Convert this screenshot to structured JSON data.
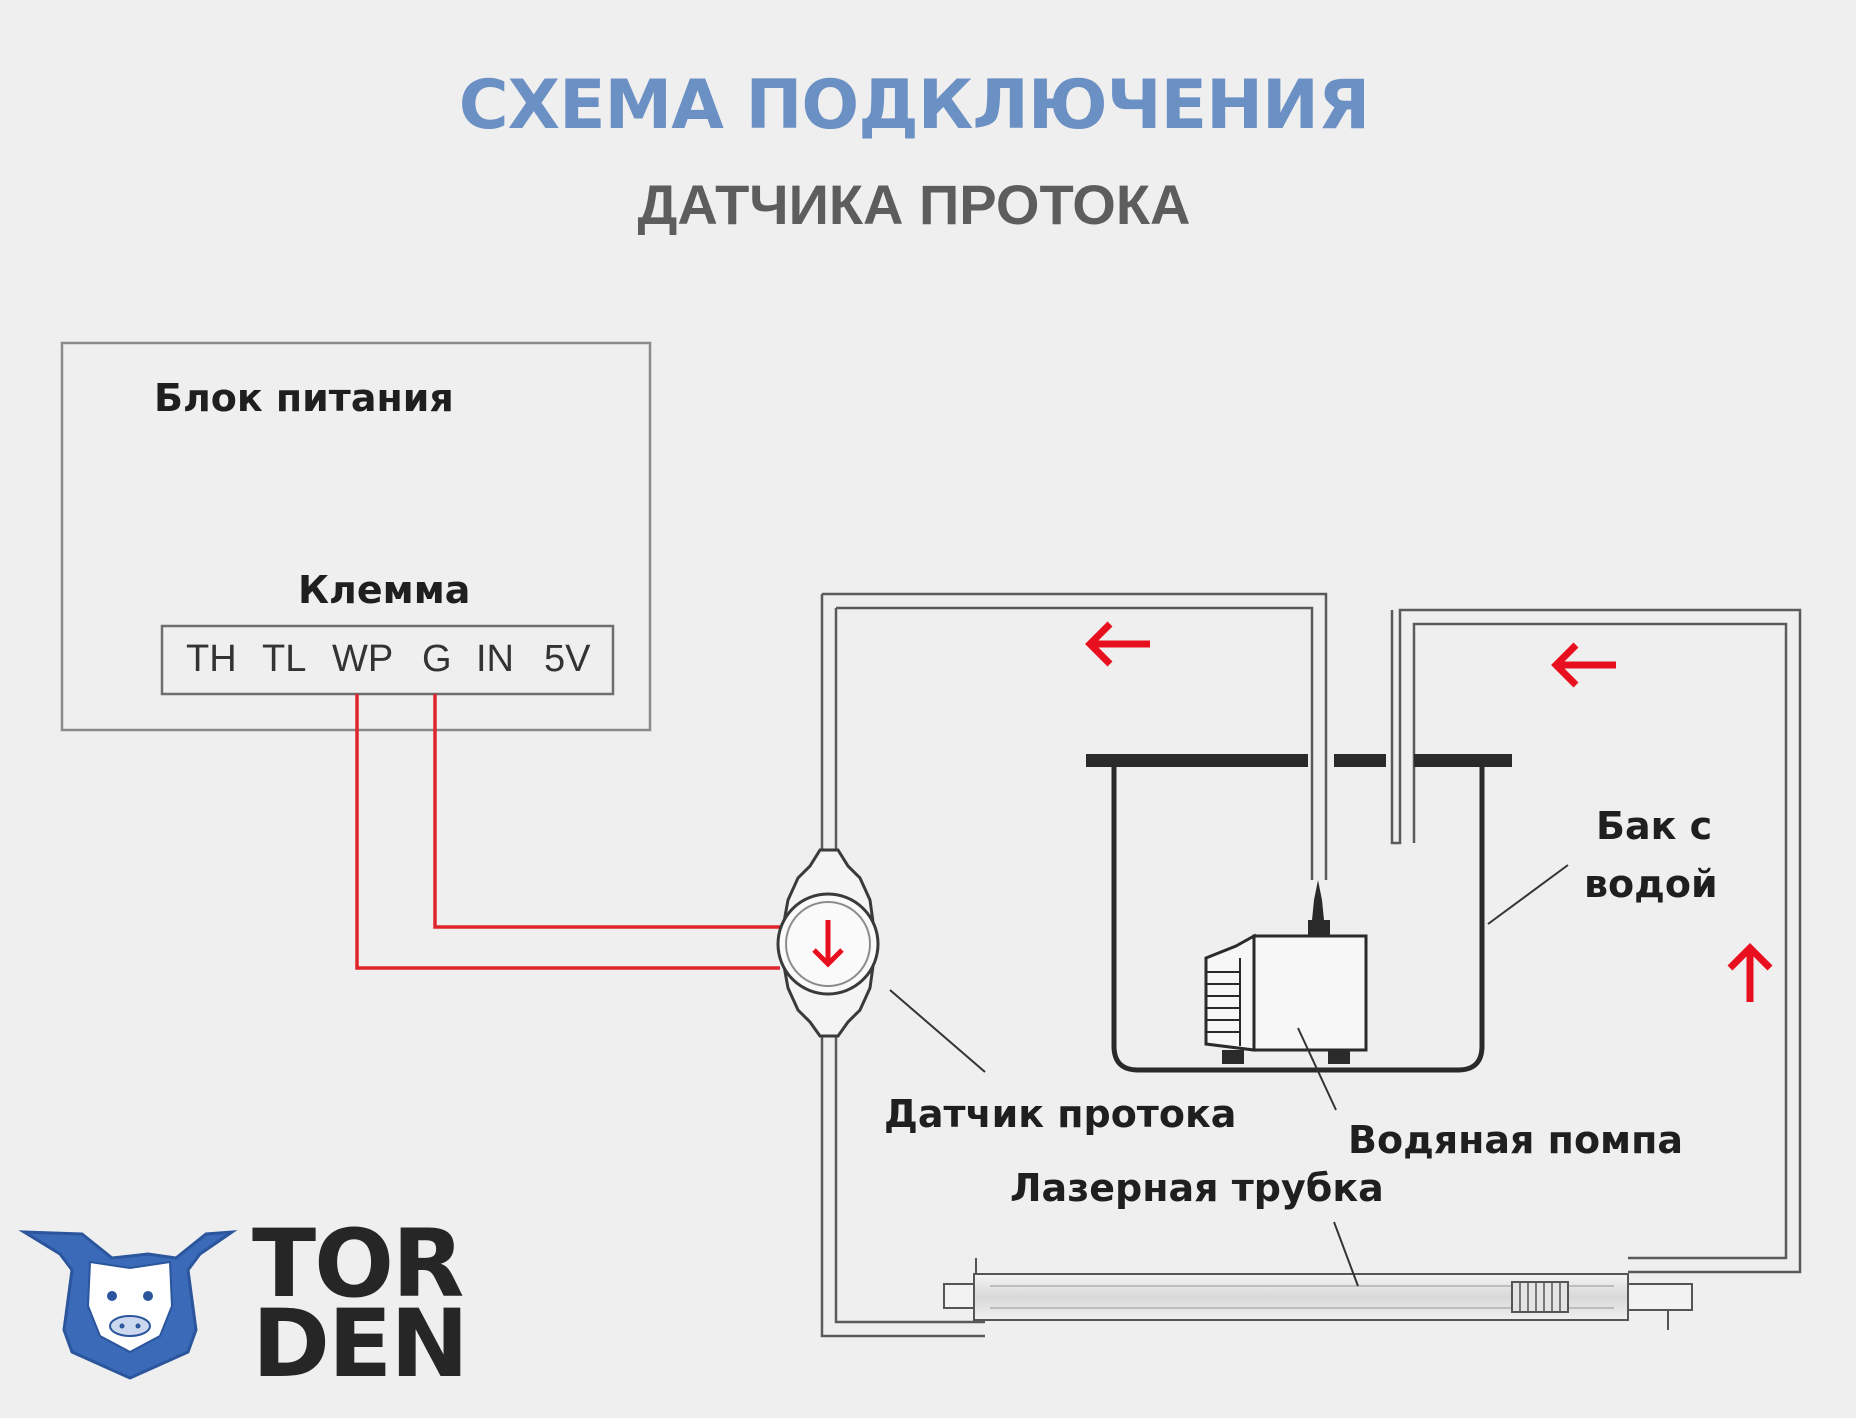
{
  "title": "СХЕМА ПОДКЛЮЧЕНИЯ",
  "subtitle": "ДАТЧИКА ПРОТОКА",
  "power_supply": {
    "label": "Блок питания",
    "terminal_label": "Клемма",
    "terminals": [
      "TH",
      "TL",
      "WP",
      "G",
      "IN",
      "5V"
    ]
  },
  "labels": {
    "flow_sensor": "Датчик протока",
    "water_pump": "Водяная помпа",
    "laser_tube": "Лазерная трубка",
    "water_tank_line1": "Бак с",
    "water_tank_line2": "водой"
  },
  "logo": {
    "line1": "TOR",
    "line2": "DEN"
  },
  "colors": {
    "title": "#6b90c4",
    "wire": "#e0262c",
    "arrow": "#e8101e",
    "outline": "#2a2a2a"
  }
}
